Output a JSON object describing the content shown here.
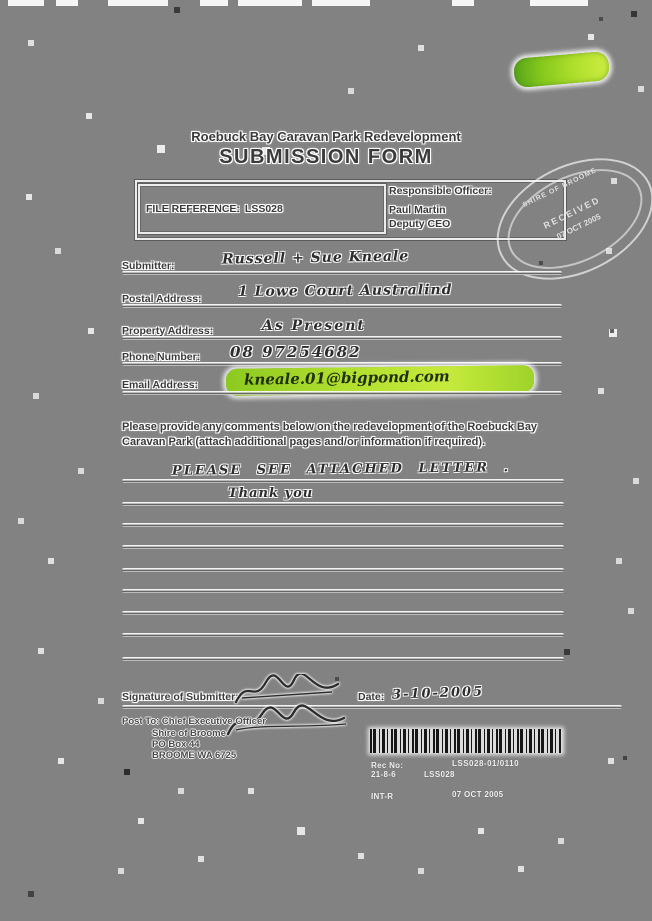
{
  "page": {
    "title_line1": "Roebuck Bay Caravan Park Redevelopment",
    "title_line2": "SUBMISSION FORM"
  },
  "reference_box": {
    "file_reference_label": "FILE REFERENCE:",
    "file_reference_value": "LSS028",
    "responsible_officer_label": "Responsible Officer:",
    "officer_name": "Paul Martin",
    "officer_title": "Deputy CEO"
  },
  "stamp": {
    "arc_text": "SHIRE OF BROOME",
    "line1": "RECEIVED",
    "line2": "07 OCT 2005"
  },
  "fields": [
    {
      "label": "Submitter:",
      "value": "Russell + Sue Kneale"
    },
    {
      "label": "Postal Address:",
      "value": "1 Lowe Court  Australind"
    },
    {
      "label": "Property Address:",
      "value": "As Present"
    },
    {
      "label": "Phone Number:",
      "value": "08 97254682"
    },
    {
      "label": "Email Address:",
      "value": "kneale.01@bigpond.com"
    }
  ],
  "comments": {
    "instructions": "Please provide any comments below on the redevelopment of the Roebuck Bay Caravan Park (attach additional pages and/or information if required).",
    "handwritten_line1": "PLEASE  SEE  ATTACHED  LETTER .",
    "handwritten_line2": "Thank you"
  },
  "signature": {
    "label": "Signature of Submitter:",
    "date_label": "Date:",
    "date_value": "3-10-2005"
  },
  "post_to": {
    "line1": "Post To: Chief Executive Officer",
    "line2": "Shire of Broome",
    "line3": "PO Box 44",
    "line4": "BROOME WA 6725"
  },
  "records_stamp": {
    "rec_no_label": "Rec No:",
    "rec_no_value": "21-8-6",
    "file_code": "LSS028-01/0110",
    "file_value": "LSS028",
    "type_label": "INT-R",
    "date_value": "07 OCT 2005"
  },
  "colors": {
    "background": "#828282",
    "ink": "#3a3a3a",
    "halo": "#ffffff",
    "highlight_green": "#9ed31f"
  }
}
